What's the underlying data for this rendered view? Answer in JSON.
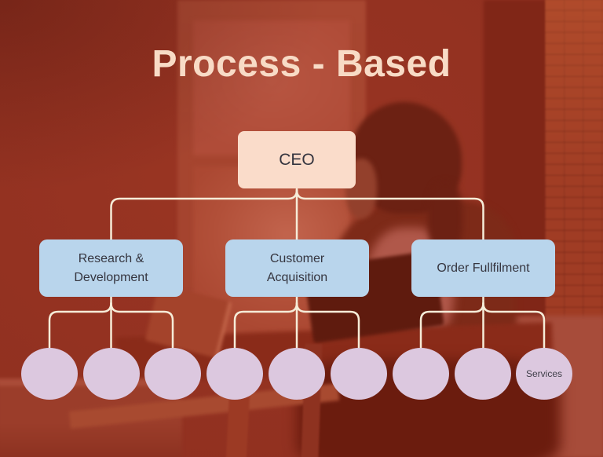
{
  "title": "Process - Based",
  "chart": {
    "type": "org-chart",
    "root": {
      "label": "CEO"
    },
    "departments": [
      {
        "label": "Research &\nDevelopment"
      },
      {
        "label": "Customer\nAcquisition"
      },
      {
        "label": "Order Fullfilment"
      }
    ],
    "leaves": [
      {
        "label": ""
      },
      {
        "label": ""
      },
      {
        "label": ""
      },
      {
        "label": ""
      },
      {
        "label": ""
      },
      {
        "label": ""
      },
      {
        "label": ""
      },
      {
        "label": ""
      },
      {
        "label": "Services"
      }
    ]
  },
  "colors": {
    "background": "#943120",
    "title_text": "#f8dbc6",
    "root_fill": "#fadcca",
    "dept_fill": "#b9d5ec",
    "leaf_fill": "#dcc8df",
    "connector": "#f6ecd8",
    "node_text": "#35353f",
    "leaf_text": "#3f3f49"
  }
}
